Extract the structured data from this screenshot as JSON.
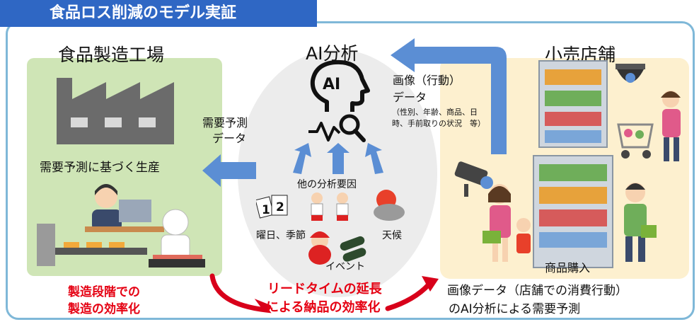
{
  "title": "食品ロス削減のモデル実証",
  "factory": {
    "heading": "食品製造工場",
    "production_label": "需要予測に基づく生産"
  },
  "ai": {
    "heading": "AI分析",
    "ai_glyph": "AI",
    "other_factors": "他の分析要因",
    "calendar_digits": [
      "1",
      "2"
    ],
    "factor_season": "曜日、季節",
    "factor_weather": "天候",
    "factor_event": "イベント"
  },
  "store": {
    "heading": "小売店舗",
    "purchase_label": "商品購入"
  },
  "flows": {
    "demand_line1": "需要予測",
    "demand_line2": "データ",
    "image_line1": "画像（行動）",
    "image_line2": "データ",
    "image_detail1": "（性別、年齢、商品、日",
    "image_detail2": "時、手前取りの状況　等）"
  },
  "outcomes": {
    "left_line1": "製造段階での",
    "left_line2": "製造の効率化",
    "middle_line1": "リードタイムの延長",
    "middle_line2": "による納品の効率化",
    "right_line1": "画像データ（店舗での消費行動）",
    "right_line2": "のAI分析による需要予測"
  },
  "colors": {
    "title_bar": "#2f67c4",
    "frame_border": "#7fb8d8",
    "factory_bg": "#cfe5b6",
    "store_bg": "#fdf0cf",
    "ai_bg": "#ececec",
    "flow_arrow": "#5b8ed4",
    "emphasis_red": "#e50012"
  }
}
